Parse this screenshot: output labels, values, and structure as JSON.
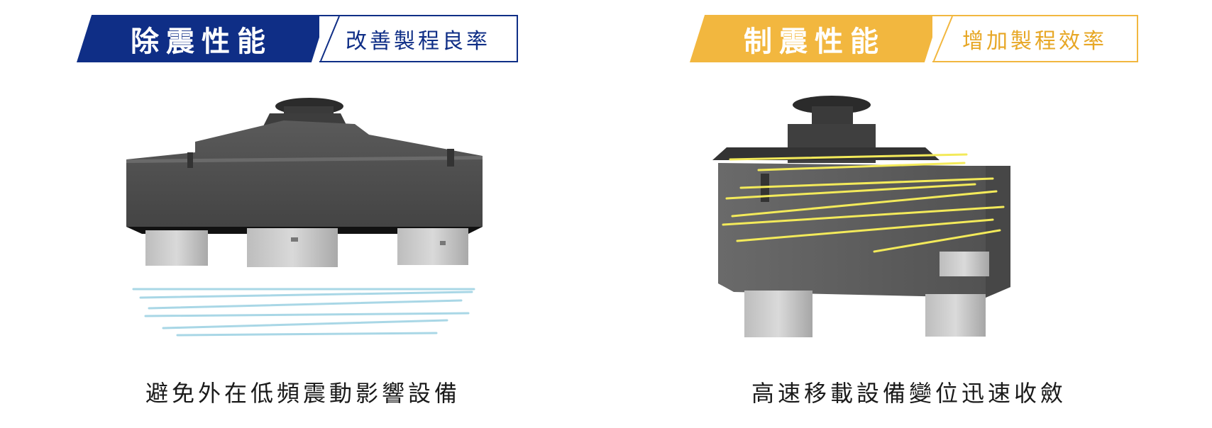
{
  "left_panel": {
    "title": "除震性能",
    "subtitle": "改善製程良率",
    "caption": "避免外在低頻震動影響設備",
    "accent_color": "#0f2e86",
    "wave_color": "#a9d7e6"
  },
  "right_panel": {
    "title": "制震性能",
    "subtitle": "增加製程效率",
    "caption": "高速移載設備變位迅速收斂",
    "accent_color": "#f2b73f",
    "line_color": "#f3ea5a"
  }
}
